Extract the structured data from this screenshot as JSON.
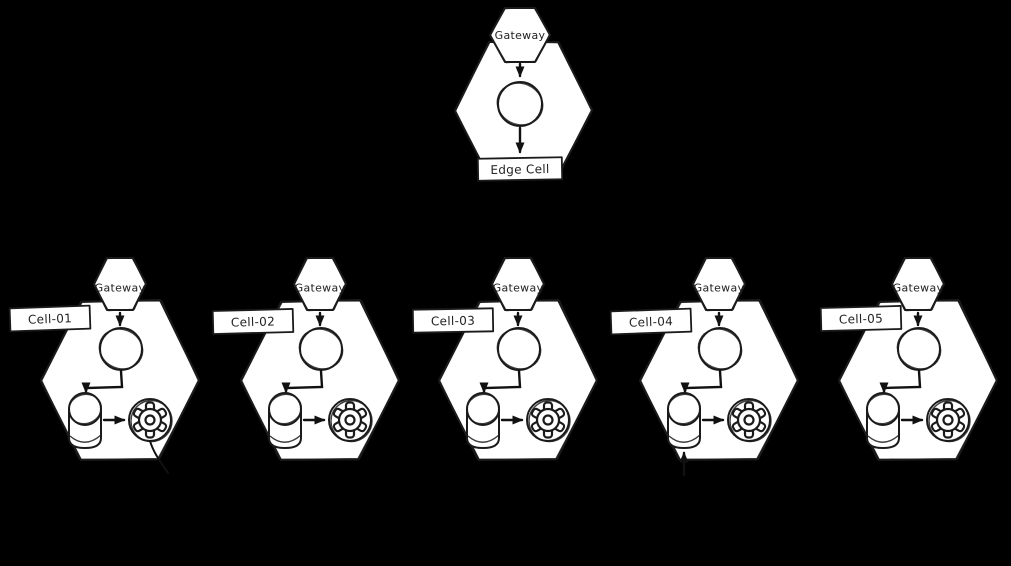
{
  "diagram": {
    "style": "hand-drawn-sketch",
    "background_color": "#000000",
    "shape_fill_color": "#ffffff",
    "stroke_color": "#1b1b1b",
    "edge_cell": {
      "label": "Edge Cell",
      "gateway_label": "Gateway",
      "internal_flow": [
        "gateway -> service-circle",
        "service-circle -> edge-cell-label"
      ]
    },
    "cells": [
      {
        "label": "Cell-01",
        "gateway_label": "Gateway",
        "has_outgoing_line_bottom": true,
        "has_incoming_arrow_bottom": false
      },
      {
        "label": "Cell-02",
        "gateway_label": "Gateway",
        "has_outgoing_line_bottom": false,
        "has_incoming_arrow_bottom": false
      },
      {
        "label": "Cell-03",
        "gateway_label": "Gateway",
        "has_outgoing_line_bottom": false,
        "has_incoming_arrow_bottom": false
      },
      {
        "label": "Cell-04",
        "gateway_label": "Gateway",
        "has_outgoing_line_bottom": false,
        "has_incoming_arrow_bottom": true
      },
      {
        "label": "Cell-05",
        "gateway_label": "Gateway",
        "has_outgoing_line_bottom": false,
        "has_incoming_arrow_bottom": false
      }
    ],
    "cell_internal_flow": [
      "gateway -> service-circle",
      "service-circle -> database",
      "database -> worker-gear"
    ],
    "icons": {
      "gateway": "hexagon-icon",
      "service": "circle-node-icon",
      "database": "cylinder-icon",
      "worker": "gear-icon"
    }
  }
}
